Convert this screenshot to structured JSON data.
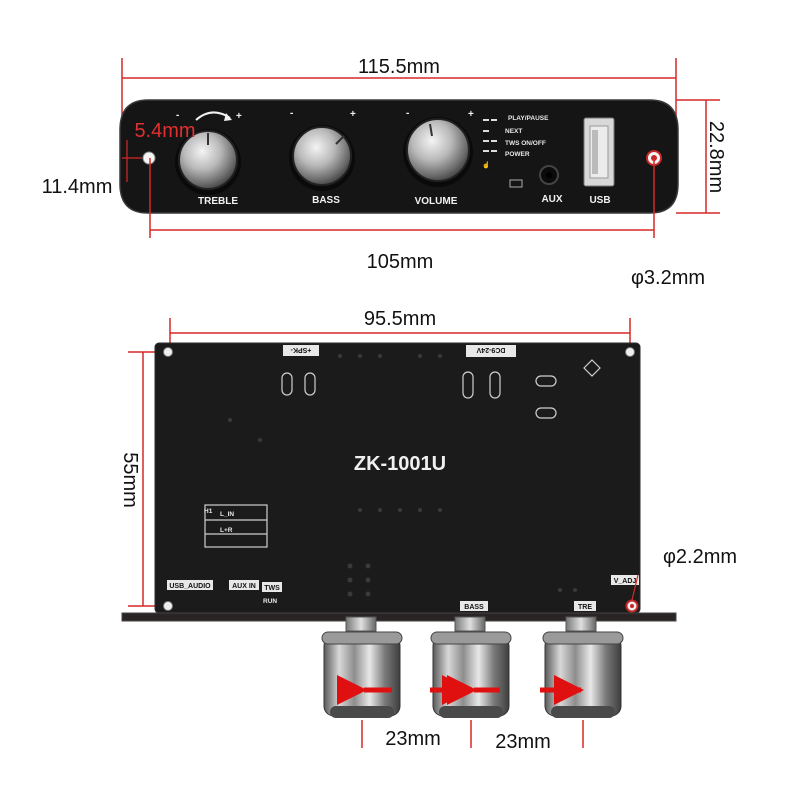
{
  "dimensions": {
    "panel_width": "115.5mm",
    "panel_height": "22.8mm",
    "hole_spacing": "105mm",
    "hole_diameter_front": "φ3.2mm",
    "knob_offset": "5.4mm",
    "hole_offset": "11.4mm",
    "pcb_hole_spacing": "95.5mm",
    "pcb_height": "55mm",
    "hole_diameter_pcb": "φ2.2mm",
    "knob_spacing_1": "23mm",
    "knob_spacing_2": "23mm"
  },
  "front_panel": {
    "knobs": [
      "TREBLE",
      "BASS",
      "VOLUME"
    ],
    "buttons": [
      "PLAY/PAUSE",
      "NEXT",
      "TWS ON/OFF",
      "POWER"
    ],
    "ports": [
      "AUX",
      "USB"
    ]
  },
  "pcb": {
    "model": "ZK-1001U",
    "labels": {
      "spk": "+SPK-",
      "power": "DC9-24V",
      "usb_audio": "USB_AUDIO",
      "aux_in": "AUX IN",
      "tws": "TWS",
      "run": "RUN",
      "bass": "BASS",
      "tre": "TRE",
      "v_adj": "V_ADJ",
      "h1": "H1",
      "l_in": "L_IN",
      "l_r": "L+R"
    }
  },
  "colors": {
    "dimension_line": "#d62828",
    "arrow": "#e01010",
    "board": "#1c1c1c",
    "panel": "#141414"
  }
}
